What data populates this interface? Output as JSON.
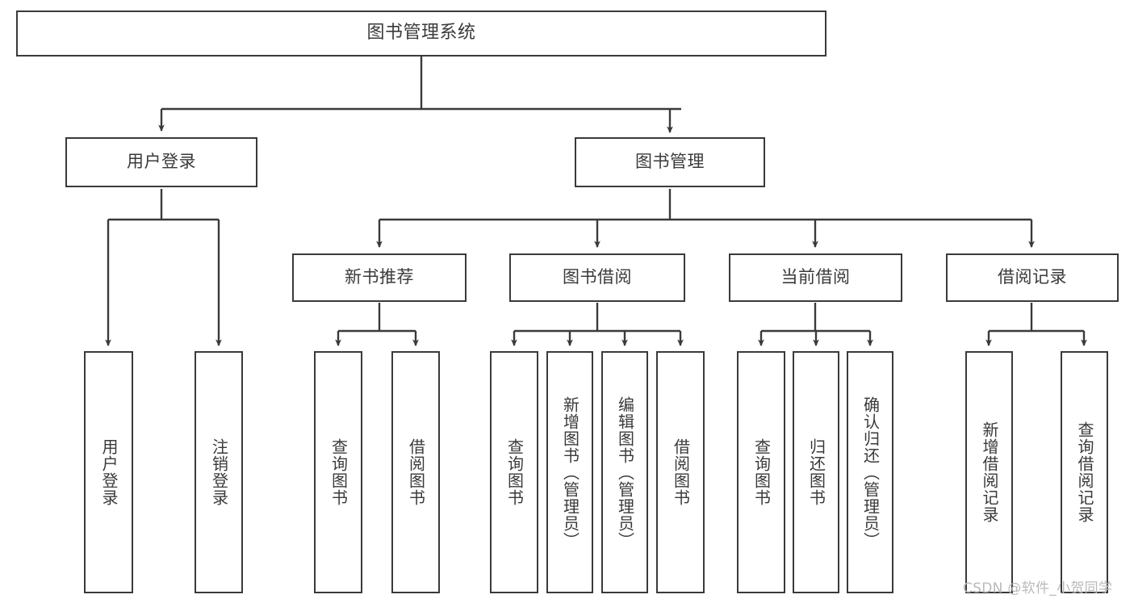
{
  "diagram": {
    "title": "图书管理系统",
    "type": "tree-hierarchy-chart",
    "colors": {
      "background": "#ffffff",
      "box_border": "#3a3a3a",
      "box_fill": "#ffffff",
      "text": "#3a3a3a",
      "edge": "#3a3a3a",
      "watermark": "#b9b9b9"
    }
  },
  "root": {
    "label": "图书管理系统"
  },
  "level1": [
    {
      "label": "用户登录"
    },
    {
      "label": "图书管理"
    }
  ],
  "level2": [
    {
      "label": "新书推荐"
    },
    {
      "label": "图书借阅"
    },
    {
      "label": "当前借阅"
    },
    {
      "label": "借阅记录"
    }
  ],
  "leaves": {
    "user_login": [
      {
        "label": "用户登录"
      },
      {
        "label": "注销登录"
      }
    ],
    "new_book_recommend": [
      {
        "label": "查询图书"
      },
      {
        "label": "借阅图书"
      }
    ],
    "book_borrow": [
      {
        "label": "查询图书"
      },
      {
        "label": "新增图书（管理员）"
      },
      {
        "label": "编辑图书（管理员）"
      },
      {
        "label": "借阅图书"
      }
    ],
    "current_borrow": [
      {
        "label": "查询图书"
      },
      {
        "label": "归还图书"
      },
      {
        "label": "确认归还（管理员）"
      }
    ],
    "borrow_record": [
      {
        "label": "新增借阅记录"
      },
      {
        "label": "查询借阅记录"
      }
    ]
  },
  "watermark": {
    "text": "CSDN @软件_小贺同学"
  }
}
